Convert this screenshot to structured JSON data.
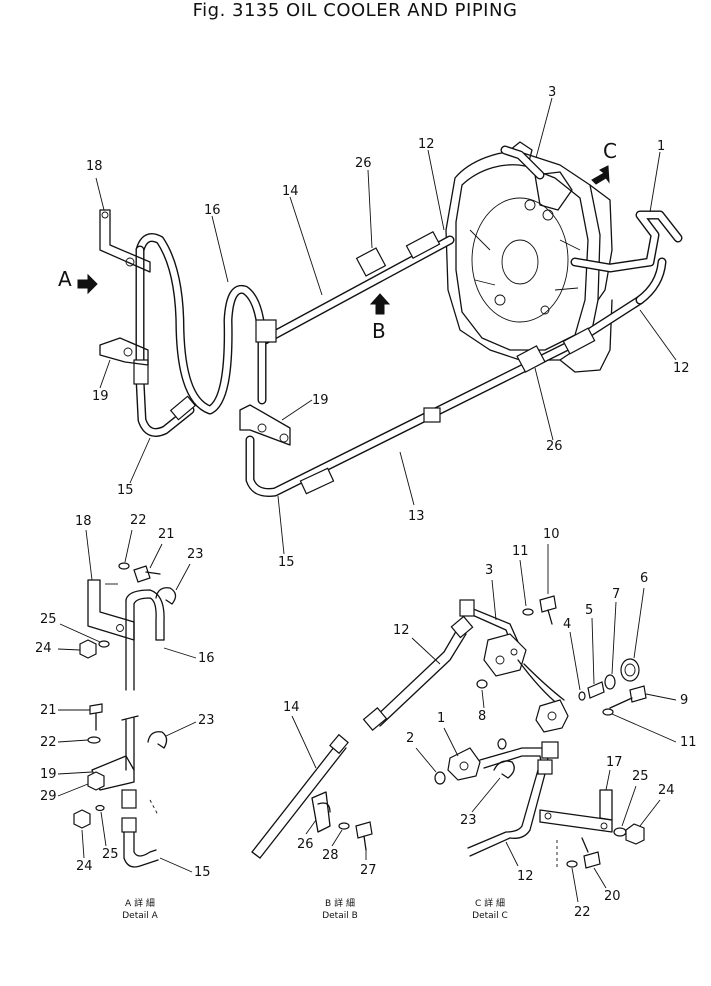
{
  "title": "Fig. 3135 OIL COOLER AND PIPING",
  "view_markers": {
    "a": "A",
    "b": "B",
    "c": "C"
  },
  "callouts": {
    "main": {
      "c1": "1",
      "c3": "3",
      "c12a": "12",
      "c12b": "12",
      "c13": "13",
      "c14": "14",
      "c15a": "15",
      "c15b": "15",
      "c16": "16",
      "c18": "18",
      "c19a": "19",
      "c19b": "19",
      "c26a": "26",
      "c26b": "26"
    },
    "detail_a": {
      "c18": "18",
      "c22a": "22",
      "c21a": "21",
      "c23a": "23",
      "c25a": "25",
      "c24a": "24",
      "c16": "16",
      "c21b": "21",
      "c22b": "22",
      "c23b": "23",
      "c19": "19",
      "c29": "29",
      "c24b": "24",
      "c25b": "25",
      "c15": "15"
    },
    "detail_b": {
      "c14": "14",
      "c26": "26",
      "c28": "28",
      "c27": "27"
    },
    "detail_c": {
      "c3": "3",
      "c11a": "11",
      "c10": "10",
      "c12a": "12",
      "c4": "4",
      "c5": "5",
      "c7": "7",
      "c6": "6",
      "c8": "8",
      "c9": "9",
      "c11b": "11",
      "c1": "1",
      "c2": "2",
      "c23": "23",
      "c17": "17",
      "c25": "25",
      "c24": "24",
      "c12b": "12",
      "c20": "20",
      "c22": "22"
    }
  },
  "captions": {
    "a_jp": "A 詳 細",
    "a_en": "Detail A",
    "b_jp": "B 詳 細",
    "b_en": "Detail B",
    "c_jp": "C 詳 細",
    "c_en": "Detail C"
  }
}
